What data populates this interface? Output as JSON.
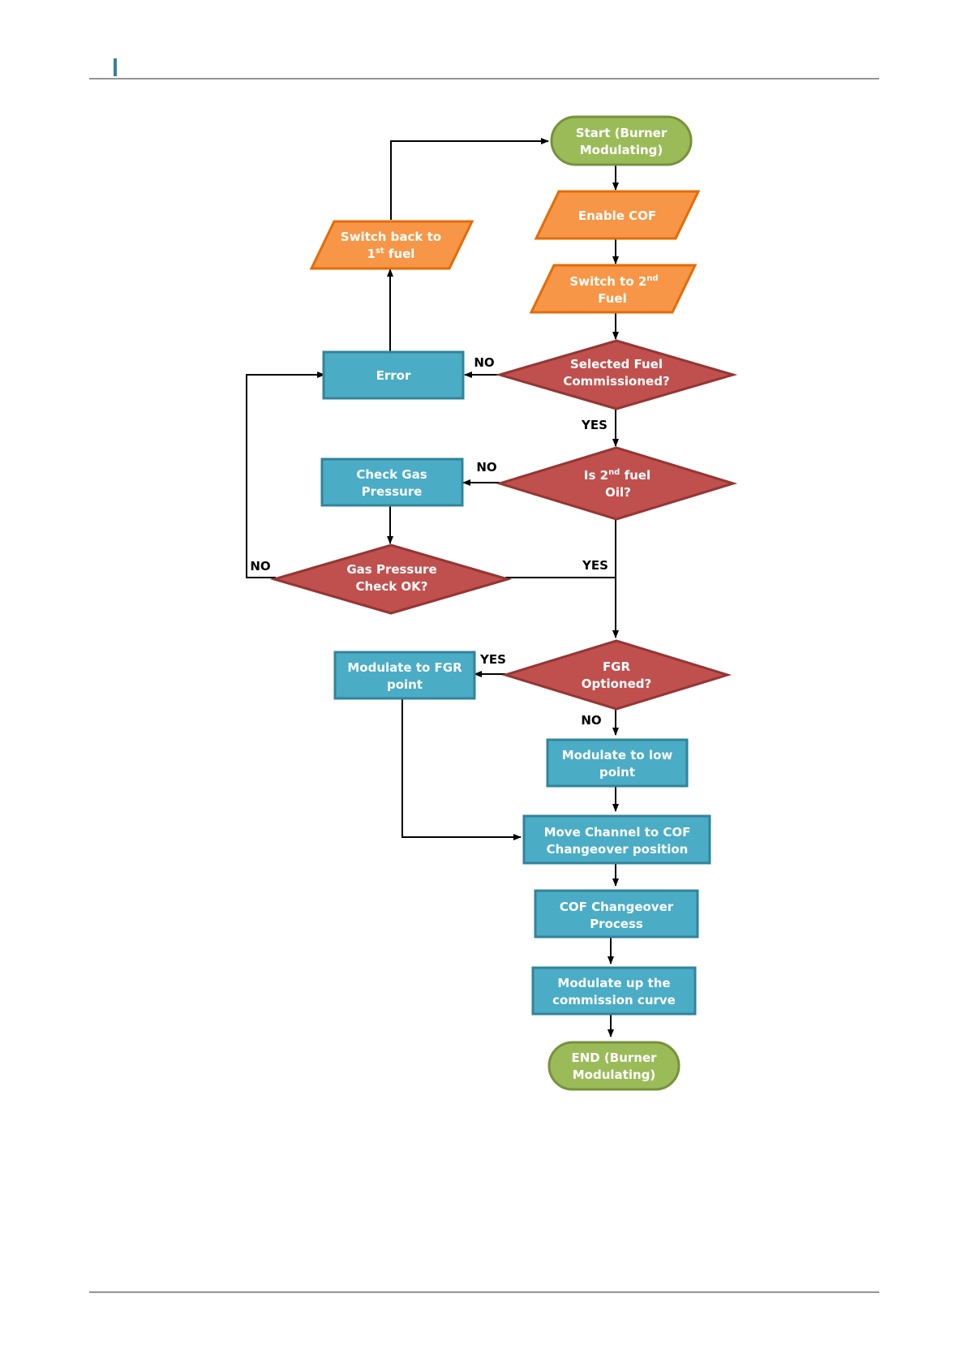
{
  "colors": {
    "accent_bar": "#31849b",
    "terminator": "#9bbb59",
    "io": "#f79646",
    "process": "#4bacc6",
    "decision": "#c0504d",
    "line": "#000000"
  },
  "nodes": {
    "start": [
      "Start (Burner",
      "Modulating)"
    ],
    "enable_cof": [
      "Enable COF"
    ],
    "switch_2nd": {
      "l1_pre": "Switch to 2",
      "l1_sup": "nd",
      "l2": "Fuel"
    },
    "switch_back": {
      "l1": "Switch back to",
      "l2_pre": "1",
      "l2_sup": "st",
      "l2_post": " fuel"
    },
    "selected_fuel": [
      "Selected Fuel",
      "Commissioned?"
    ],
    "error": [
      "Error"
    ],
    "is_2nd_oil": {
      "l1_pre": "Is 2",
      "l1_sup": "nd",
      "l1_post": " fuel",
      "l2": "Oil?"
    },
    "check_gas": [
      "Check Gas",
      "Pressure"
    ],
    "gas_ok": [
      "Gas Pressure",
      "Check OK?"
    ],
    "fgr_optioned": [
      "FGR",
      "Optioned?"
    ],
    "modulate_fgr": [
      "Modulate to FGR",
      "point"
    ],
    "modulate_low": [
      "Modulate to low",
      "point"
    ],
    "move_channel": [
      "Move Channel to COF",
      "Changeover position"
    ],
    "cof_process": [
      "COF Changeover",
      "Process"
    ],
    "modulate_up": [
      "Modulate up the",
      "commission curve"
    ],
    "end": [
      "END (Burner",
      "Modulating)"
    ]
  },
  "edge_labels": {
    "selected_no": "NO",
    "selected_yes": "YES",
    "oil_no": "NO",
    "gas_yes": "YES",
    "gas_no": "NO",
    "fgr_yes": "YES",
    "fgr_no": "NO"
  }
}
